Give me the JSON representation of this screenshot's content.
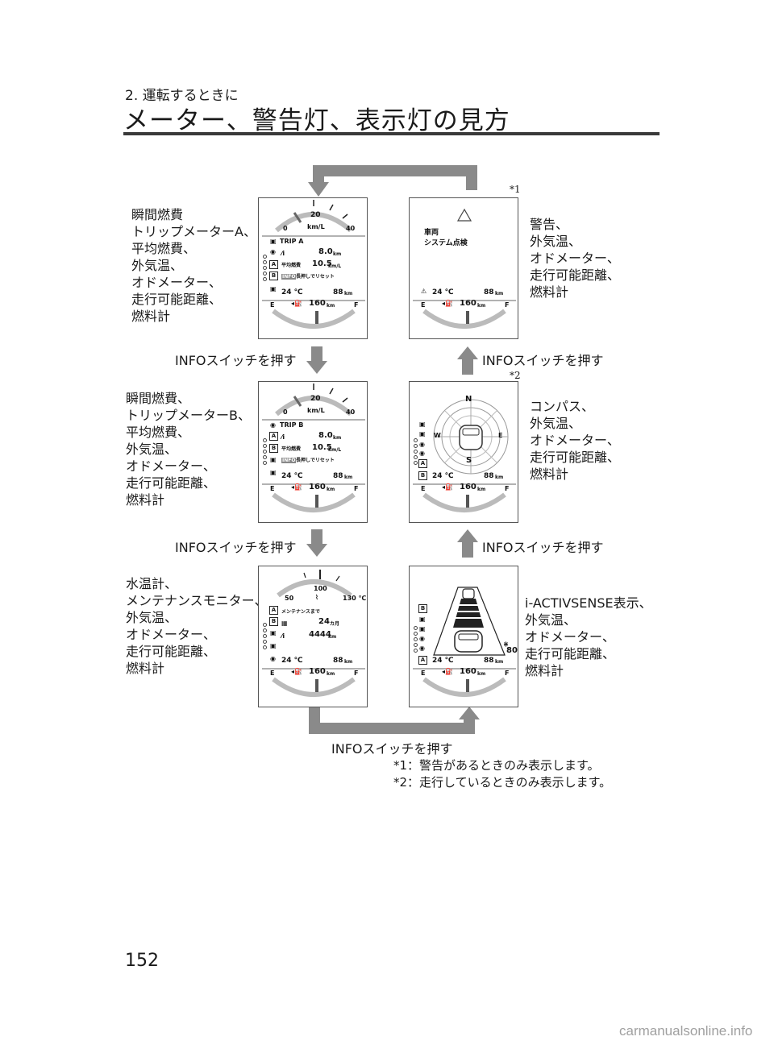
{
  "header": {
    "chapter": "2. 運転するときに",
    "title": "メーター、警告灯、表示灯の見方"
  },
  "descriptions": {
    "trip_a": "瞬間燃費\nトリップメーターA、\n平均燃費、\n外気温、\nオドメーター、\n走行可能距離、\n燃料計",
    "warning": "警告、\n外気温、\nオドメーター、\n走行可能距離、\n燃料計",
    "trip_b": "瞬間燃費、\nトリップメーターB、\n平均燃費、\n外気温、\nオドメーター、\n走行可能距離、\n燃料計",
    "compass": "コンパス、\n外気温、\nオドメーター、\n走行可能距離、\n燃料計",
    "maintenance": "水温計、\nメンテナンスモニター、\n外気温、\nオドメーター、\n走行可能距離、\n燃料計",
    "activsense": "i-ACTIVSENSE表示、\n外気温、\nオドメーター、\n走行可能距離、\n燃料計"
  },
  "notes": {
    "n1": "*1",
    "n2": "*2"
  },
  "switch_label": "INFOスイッチを押す",
  "footnotes": [
    "*1：警告があるときのみ表示します。",
    "*2：走行しているときのみ表示します。"
  ],
  "page_number": "152",
  "watermark": "carmanualsonline.info",
  "panels": {
    "common": {
      "temp": "24 ℃",
      "odo": "88",
      "odo_unit": "km",
      "range": "160",
      "range_unit": "km",
      "fuel_e": "E",
      "fuel_f": "F"
    },
    "trip_a": {
      "scale_min": "0",
      "scale_mid": "20",
      "scale_max": "40",
      "unit": "km/L",
      "trip_label": "TRIP A",
      "trip_value": "8.0",
      "trip_unit": "km",
      "avg_label": "平均燃費",
      "avg_value": "10.5",
      "avg_unit": "km/L",
      "info_tag": "INFO",
      "reset_hint": "長押しでリセット",
      "icon_a": "A",
      "icon_b": "B"
    },
    "warning": {
      "line1": "車両",
      "line2": "システム点検"
    },
    "trip_b": {
      "scale_min": "0",
      "scale_mid": "20",
      "scale_max": "40",
      "unit": "km/L",
      "trip_label": "TRIP B",
      "trip_value": "8.0",
      "trip_unit": "km",
      "avg_label": "平均燃費",
      "avg_value": "10.5",
      "avg_unit": "km/L",
      "info_tag": "INFO",
      "reset_hint": "長押しでリセット",
      "icon_a": "A",
      "icon_b": "B"
    },
    "compass": {
      "n": "N",
      "s": "S",
      "e": "E",
      "w": "W",
      "icon_a": "A",
      "icon_b": "B"
    },
    "maintenance": {
      "scale_min": "50",
      "scale_mid": "100",
      "scale_max": "130 ℃",
      "heading": "メンテナンスまで",
      "months": "24",
      "months_unit": "カ月",
      "distance": "4444",
      "distance_unit": "km",
      "icon_a": "A",
      "icon_b": "B"
    },
    "activsense": {
      "speed": "80",
      "icon_a": "A",
      "icon_b": "B"
    }
  }
}
